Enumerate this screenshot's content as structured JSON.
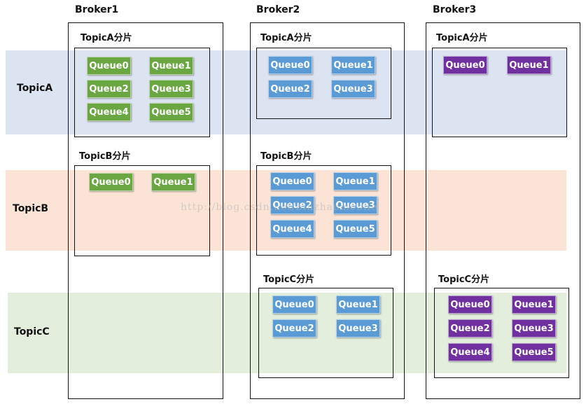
{
  "topics": {
    "a": "TopicA",
    "b": "TopicB",
    "c": "TopicC"
  },
  "brokers": {
    "b1": {
      "title": "Broker1",
      "topica_shard": "TopicA分片",
      "topicb_shard": "TopicB分片"
    },
    "b2": {
      "title": "Broker2",
      "topica_shard": "TopicA分片",
      "topicb_shard": "TopicB分片",
      "topicc_shard": "TopicC分片"
    },
    "b3": {
      "title": "Broker3",
      "topica_shard": "TopicA分片",
      "topicc_shard": "TopicC分片"
    }
  },
  "queues": [
    "Queue0",
    "Queue1",
    "Queue2",
    "Queue3",
    "Queue4",
    "Queue5"
  ],
  "watermark": "http://blog.csdn.net/binzhaomobile",
  "colors": {
    "broker1": "#6aa743",
    "broker2": "#5b9bd5",
    "broker3": "#7030a0",
    "topica_band": "#dce3f1",
    "topicb_band": "#fbe4d6",
    "topicc_band": "#e3efdc"
  }
}
